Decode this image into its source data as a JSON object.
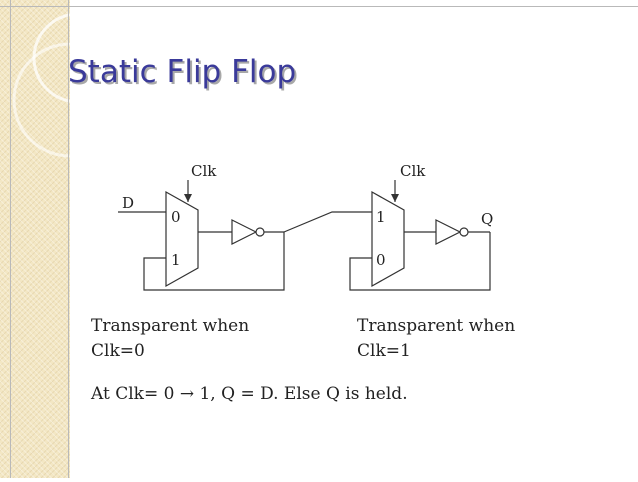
{
  "slide": {
    "title": "Static Flip Flop",
    "colors": {
      "title": "#3a3a9a",
      "sidebar": "#f3e7c4",
      "rules": "#b9b9b9"
    }
  },
  "diagram": {
    "left_mux": {
      "clock_label": "Clk",
      "input_label": "D",
      "top_input": "0",
      "bottom_input": "1"
    },
    "right_mux": {
      "clock_label": "Clk",
      "output_label": "Q",
      "top_input": "1",
      "bottom_input": "0"
    }
  },
  "notes": {
    "left_line1": "Transparent when",
    "left_line2": "Clk=0",
    "right_line1": "Transparent when",
    "right_line2": "Clk=1",
    "summary": "At Clk= 0 → 1, Q = D. Else Q is held."
  }
}
